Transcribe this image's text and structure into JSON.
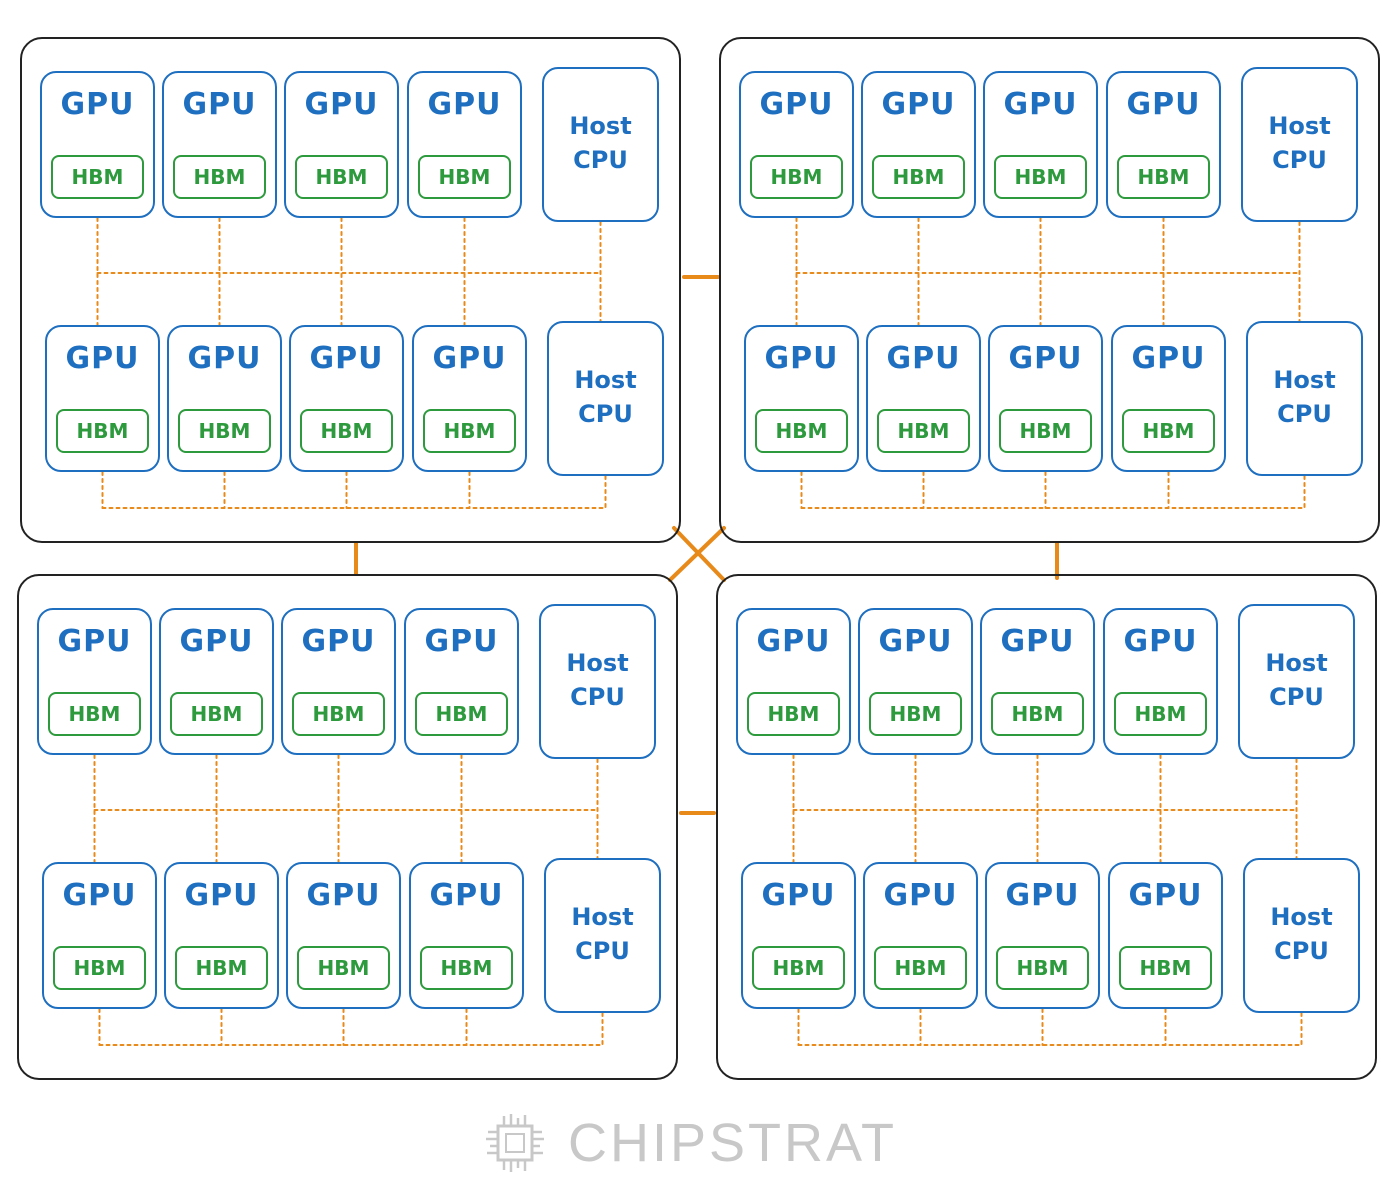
{
  "diagram": {
    "gpu_label": "GPU",
    "hbm_label": "HBM",
    "cpu_label_line1": "Host",
    "cpu_label_line2": "CPU",
    "colors": {
      "gpu_border": "#1f6fc0",
      "hbm_border": "#2e9a3e",
      "interconnect": "#e88a1a",
      "server_border": "#222222",
      "brand_text": "#c8c8c8"
    },
    "servers": [
      {
        "name": "server-top-left",
        "rows": [
          {
            "gpus": 4,
            "cpus": 1
          },
          {
            "gpus": 4,
            "cpus": 1
          }
        ]
      },
      {
        "name": "server-top-right",
        "rows": [
          {
            "gpus": 4,
            "cpus": 1
          },
          {
            "gpus": 4,
            "cpus": 1
          }
        ]
      },
      {
        "name": "server-bottom-left",
        "rows": [
          {
            "gpus": 4,
            "cpus": 1
          },
          {
            "gpus": 4,
            "cpus": 1
          }
        ]
      },
      {
        "name": "server-bottom-right",
        "rows": [
          {
            "gpus": 4,
            "cpus": 1
          },
          {
            "gpus": 4,
            "cpus": 1
          }
        ]
      }
    ]
  },
  "brand": {
    "text": "CHIPSTRAT",
    "icon": "chip-icon"
  }
}
